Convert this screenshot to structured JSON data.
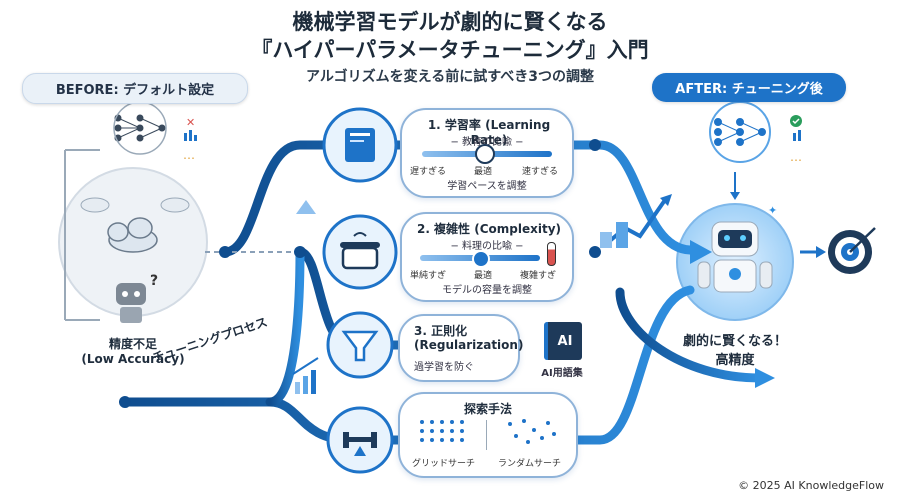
{
  "header": {
    "title_line1": "機械学習モデルが劇的に賢くなる",
    "title_line2": "『ハイパーパラメータチューニング』入門",
    "subtitle": "アルゴリズムを変える前に試すべき3つの調整"
  },
  "before": {
    "label": "BEFORE: デフォルト設定",
    "status_line1": "精度不足",
    "status_line2": "(Low Accuracy)"
  },
  "after": {
    "label": "AFTER: チューニング後",
    "status_line1": "劇的に賢くなる！",
    "status_line2": "高精度"
  },
  "process_label": "チューニングプロセス",
  "steps": [
    {
      "title": "1. 学習率 (Learning Rate)",
      "analogy": "− 教育の比喩 −",
      "ticks": [
        "遅すぎる",
        "最適",
        "速すぎる"
      ],
      "note": "学習ペースを調整",
      "icon": "book-icon"
    },
    {
      "title": "2. 複雑性 (Complexity)",
      "analogy": "− 料理の比喩 −",
      "ticks": [
        "単純すぎ",
        "最適",
        "複雑すぎ"
      ],
      "note": "モデルの容量を調整",
      "icon": "pot-icon"
    },
    {
      "title_line1": "3. 正則化",
      "title_line2": "(Regularization)",
      "note": "過学習を防ぐ",
      "icon": "funnel-icon"
    },
    {
      "title": "探索手法",
      "methods": [
        "グリッドサーチ",
        "ランダムサーチ"
      ],
      "icon": "dumbbell-icon"
    }
  ],
  "glossary": {
    "badge": "AI",
    "label": "AI用語集"
  },
  "footer": {
    "copyright": "© 2025 AI KnowledgeFlow"
  },
  "colors": {
    "primary": "#1e73c8",
    "dark": "#0f4d8f",
    "light": "#8fc0ee"
  }
}
